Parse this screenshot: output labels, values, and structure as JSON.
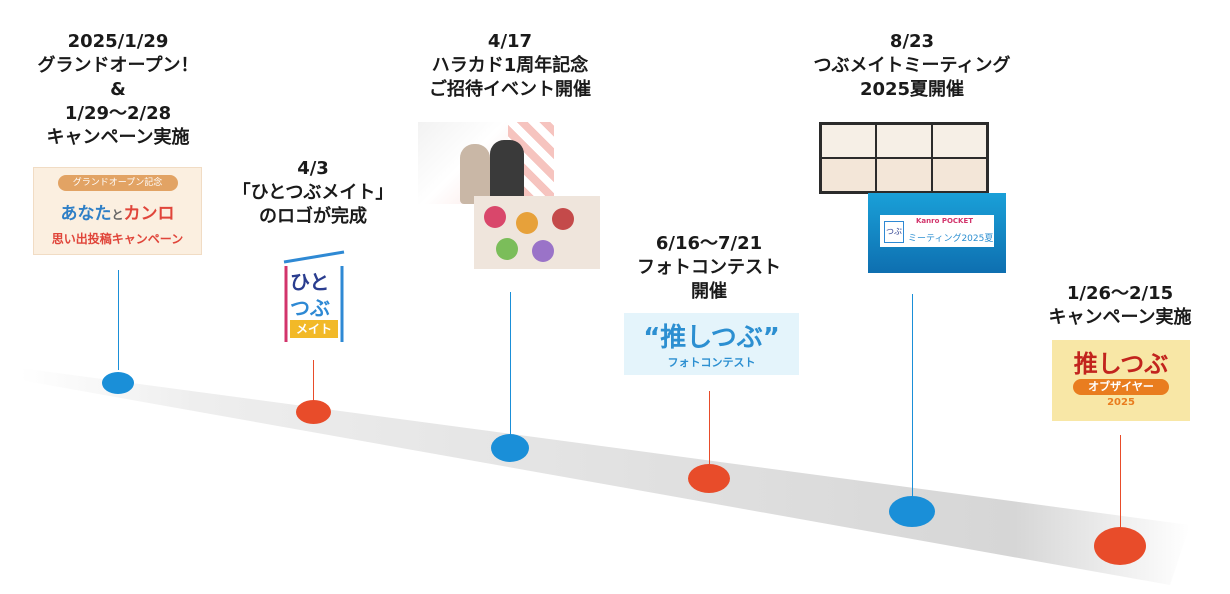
{
  "events": [
    {
      "lines": [
        "2025/1/29",
        "グランドオープン！",
        "&",
        "1/29〜2/28",
        "キャンペーン実施"
      ],
      "image": {
        "kind": "banner",
        "top": "グランドオープン記念",
        "mid_a": "あなた",
        "mid_b": "と",
        "mid_c": "カンロ",
        "bottom": "思い出投稿キャンペーン"
      }
    },
    {
      "lines": [
        "4/3",
        "「ひとつぶメイト」",
        "のロゴが完成"
      ],
      "image": {
        "kind": "logo",
        "line1": "ひと",
        "line2": "つぶ",
        "line3": "メイト"
      }
    },
    {
      "lines": [
        "4/17",
        "ハラカド1周年記念",
        "ご招待イベント開催"
      ],
      "image": {
        "kind": "photos",
        "caption": ""
      }
    },
    {
      "lines": [
        "6/16〜7/21",
        "フォトコンテスト",
        "開催"
      ],
      "image": {
        "kind": "contest",
        "title": "“推しつぶ”",
        "sub": "フォトコンテスト"
      }
    },
    {
      "lines": [
        "8/23",
        "つぶメイトミーティング",
        "2025夏開催"
      ],
      "image": {
        "kind": "meeting",
        "brand": "Kanro POCKET",
        "badge": "つぶ",
        "title": "ミーティング2025夏"
      }
    },
    {
      "lines": [
        "1/26〜2/15",
        "キャンペーン実施"
      ],
      "image": {
        "kind": "observer",
        "title": "推しつぶ",
        "sub": "オブザイヤー",
        "year": "2025"
      }
    }
  ],
  "colors": {
    "blue": "#1a8fd8",
    "red": "#e84c2a",
    "shadow": "#d9d9d9"
  }
}
